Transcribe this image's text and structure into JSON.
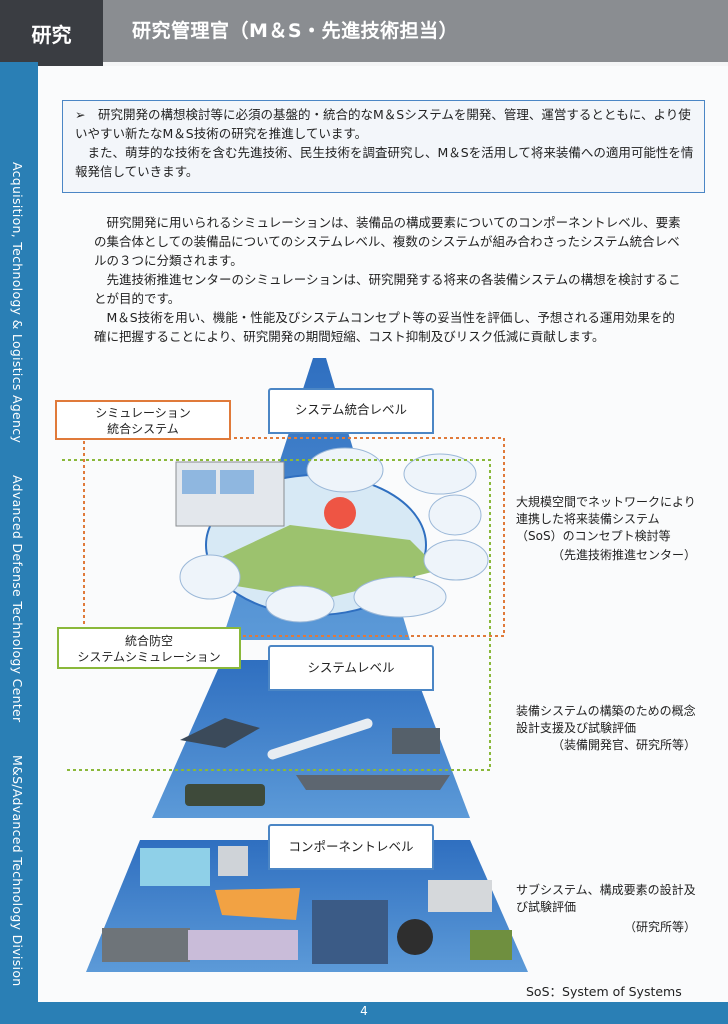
{
  "header": {
    "section": "研究",
    "title": "研究管理官（M＆S・先進技術担当）"
  },
  "sidebar": {
    "agency": "Acquisition, Technology & Logistics Agency",
    "center": "Advanced Defense Technology Center",
    "division": "M&S/Advanced Technology Division"
  },
  "summary": [
    "➢　研究開発の構想検討等に必須の基盤的・統合的なM＆Sシステムを開発、管理、運営するとともに、より使いやすい新たなM＆S技術の研究を推進しています。",
    "　また、萌芽的な技術を含む先進技術、民生技術を調査研究し、M＆Sを活用して将来装備への適用可能性を情報発信していきます。"
  ],
  "intro": [
    "研究開発に用いられるシミュレーションは、装備品の構成要素についてのコンポーネントレベル、要素の集合体としての装備品についてのシステムレベル、複数のシステムが組み合わさったシステム統合レベルの３つに分類されます。",
    "先進技術推進センターのシミュレーションは、研究開発する将来の各装備システムの構想を検討することが目的です。",
    "M＆S技術を用い、機能・性能及びシステムコンセプト等の妥当性を評価し、予想される運用効果を的確に把握することにより、研究開発の期間短縮、コスト抑制及びリスク低減に貢献します。"
  ],
  "pyramid": {
    "top_label": "システム統合レベル",
    "mid_label": "システムレベル",
    "bottom_label": "コンポーネントレベル"
  },
  "callouts": {
    "sim_integrated": "シミュレーション\n統合システム",
    "air_defense": "統合防空\nシステムシミュレーション"
  },
  "descriptions": {
    "sos": "大規模空間でネットワークにより連携した将来装備システム（SoS）のコンセプト検討等",
    "sos_org": "（先進技術推進センター）",
    "system": "装備システムの構築のための概念設計支援及び試験評価",
    "system_org": "（装備開発官、研究所等）",
    "component": "サブシステム、構成要素の設計及び試験評価",
    "component_org": "（研究所等）"
  },
  "footnote": "SoS：System of Systems",
  "page_number": "4",
  "colors": {
    "header_gray": "#8a8d91",
    "tab_dark": "#3a3d42",
    "brand_blue": "#2a7fb5",
    "pyramid_blue": "#2f6fc0",
    "orange": "#e07a3a",
    "green": "#8ab83a"
  }
}
